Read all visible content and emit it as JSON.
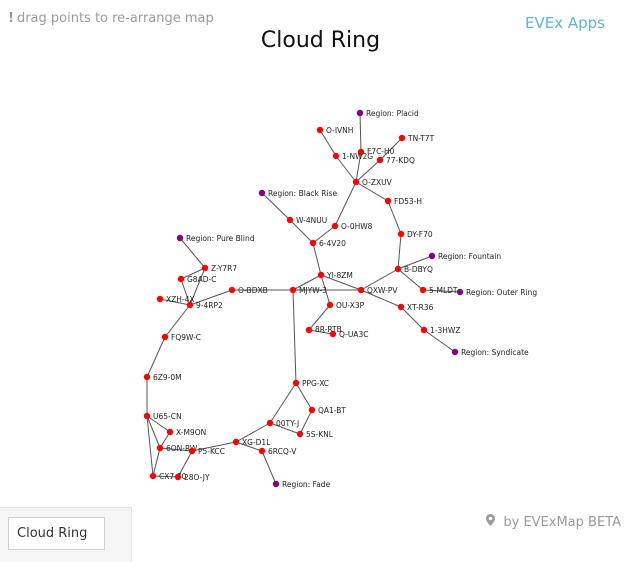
{
  "header": {
    "hint_icon": "!",
    "hint": "drag points to re-arrange map",
    "apps_link": "EVEx Apps"
  },
  "title": "Cloud Ring",
  "colors": {
    "system": "#ff0000",
    "region": "#800080",
    "link": "#5bb7d5"
  },
  "map": {
    "systems": [
      {
        "id": "O-IVNH",
        "label": "O-IVNH"
      },
      {
        "id": "F7C-H0",
        "label": "F7C-H0"
      },
      {
        "id": "TN-T7T",
        "label": "TN-T7T"
      },
      {
        "id": "1-NW2G",
        "label": "1-NW2G"
      },
      {
        "id": "77-KDQ",
        "label": "77-KDQ"
      },
      {
        "id": "O-ZXUV",
        "label": "O-ZXUV"
      },
      {
        "id": "FD53-H",
        "label": "FD53-H"
      },
      {
        "id": "W-4NUU",
        "label": "W-4NUU"
      },
      {
        "id": "O-0HW8",
        "label": "O-0HW8"
      },
      {
        "id": "DY-F70",
        "label": "DY-F70"
      },
      {
        "id": "6-4V20",
        "label": "6-4V20"
      },
      {
        "id": "Z-Y7R7",
        "label": "Z-Y7R7"
      },
      {
        "id": "YI-8ZM",
        "label": "YI-8ZM"
      },
      {
        "id": "B-DBYQ",
        "label": "B-DBYQ"
      },
      {
        "id": "G8AD-C",
        "label": "G8AD-C"
      },
      {
        "id": "O-BDXB",
        "label": "O-BDXB"
      },
      {
        "id": "MJYW-3",
        "label": "MJYW-3"
      },
      {
        "id": "QXW-PV",
        "label": "QXW-PV"
      },
      {
        "id": "5-MLDT",
        "label": "5-MLDT"
      },
      {
        "id": "XZH-4X",
        "label": "XZH-4X"
      },
      {
        "id": "9-4RP2",
        "label": "9-4RP2"
      },
      {
        "id": "OU-X3P",
        "label": "OU-X3P"
      },
      {
        "id": "XT-R36",
        "label": "XT-R36"
      },
      {
        "id": "8R-RTB",
        "label": "8R-RTB"
      },
      {
        "id": "Q-UA3C",
        "label": "Q-UA3C"
      },
      {
        "id": "1-3HWZ",
        "label": "1-3HWZ"
      },
      {
        "id": "FQ9W-C",
        "label": "FQ9W-C"
      },
      {
        "id": "6Z9-0M",
        "label": "6Z9-0M"
      },
      {
        "id": "PPG-XC",
        "label": "PPG-XC"
      },
      {
        "id": "QA1-BT",
        "label": "QA1-BT"
      },
      {
        "id": "U65-CN",
        "label": "U65-CN"
      },
      {
        "id": "00TY-J",
        "label": "00TY-J"
      },
      {
        "id": "X-M9ON",
        "label": "X-M9ON"
      },
      {
        "id": "5S-KNL",
        "label": "5S-KNL"
      },
      {
        "id": "XG-D1L",
        "label": "XG-D1L"
      },
      {
        "id": "6ON-RW",
        "label": "6ON-RW"
      },
      {
        "id": "P5-KCC",
        "label": "P5-KCC"
      },
      {
        "id": "6RCQ-V",
        "label": "6RCQ-V"
      },
      {
        "id": "CX7-70",
        "label": "CX7-70"
      },
      {
        "id": "28O-JY",
        "label": "28O-JY"
      }
    ],
    "regions": [
      {
        "id": "placid",
        "label": "Region: Placid"
      },
      {
        "id": "blackrise",
        "label": "Region: Black Rise"
      },
      {
        "id": "pureblind",
        "label": "Region: Pure Blind"
      },
      {
        "id": "fountain",
        "label": "Region: Fountain"
      },
      {
        "id": "outerring",
        "label": "Region: Outer Ring"
      },
      {
        "id": "syndicate",
        "label": "Region: Syndicate"
      },
      {
        "id": "fade",
        "label": "Region: Fade"
      }
    ],
    "connections": [
      [
        "placid",
        "F7C-H0"
      ],
      [
        "F7C-H0",
        "O-ZXUV"
      ],
      [
        "O-IVNH",
        "1-NW2G"
      ],
      [
        "1-NW2G",
        "O-ZXUV"
      ],
      [
        "TN-T7T",
        "77-KDQ"
      ],
      [
        "77-KDQ",
        "O-ZXUV"
      ],
      [
        "O-ZXUV",
        "FD53-H"
      ],
      [
        "FD53-H",
        "DY-F70"
      ],
      [
        "DY-F70",
        "B-DBYQ"
      ],
      [
        "O-ZXUV",
        "O-0HW8"
      ],
      [
        "O-0HW8",
        "6-4V20"
      ],
      [
        "blackrise",
        "W-4NUU"
      ],
      [
        "W-4NUU",
        "6-4V20"
      ],
      [
        "6-4V20",
        "YI-8ZM"
      ],
      [
        "YI-8ZM",
        "MJYW-3"
      ],
      [
        "YI-8ZM",
        "QXW-PV"
      ],
      [
        "YI-8ZM",
        "OU-X3P"
      ],
      [
        "fountain",
        "B-DBYQ"
      ],
      [
        "B-DBYQ",
        "QXW-PV"
      ],
      [
        "B-DBYQ",
        "5-MLDT"
      ],
      [
        "5-MLDT",
        "outerring"
      ],
      [
        "QXW-PV",
        "XT-R36"
      ],
      [
        "QXW-PV",
        "MJYW-3"
      ],
      [
        "XT-R36",
        "1-3HWZ"
      ],
      [
        "1-3HWZ",
        "syndicate"
      ],
      [
        "OU-X3P",
        "8R-RTB"
      ],
      [
        "8R-RTB",
        "Q-UA3C"
      ],
      [
        "pureblind",
        "Z-Y7R7"
      ],
      [
        "Z-Y7R7",
        "G8AD-C"
      ],
      [
        "Z-Y7R7",
        "9-4RP2"
      ],
      [
        "G8AD-C",
        "9-4RP2"
      ],
      [
        "O-BDXB",
        "MJYW-3"
      ],
      [
        "O-BDXB",
        "9-4RP2"
      ],
      [
        "XZH-4X",
        "9-4RP2"
      ],
      [
        "9-4RP2",
        "FQ9W-C"
      ],
      [
        "FQ9W-C",
        "6Z9-0M"
      ],
      [
        "6Z9-0M",
        "U65-CN"
      ],
      [
        "U65-CN",
        "X-M9ON"
      ],
      [
        "U65-CN",
        "6ON-RW"
      ],
      [
        "U65-CN",
        "CX7-70"
      ],
      [
        "X-M9ON",
        "6ON-RW"
      ],
      [
        "6ON-RW",
        "P5-KCC"
      ],
      [
        "6ON-RW",
        "CX7-70"
      ],
      [
        "CX7-70",
        "28O-JY"
      ],
      [
        "P5-KCC",
        "28O-JY"
      ],
      [
        "P5-KCC",
        "XG-D1L"
      ],
      [
        "XG-D1L",
        "00TY-J"
      ],
      [
        "XG-D1L",
        "6RCQ-V"
      ],
      [
        "6RCQ-V",
        "fade"
      ],
      [
        "00TY-J",
        "PPG-XC"
      ],
      [
        "00TY-J",
        "5S-KNL"
      ],
      [
        "PPG-XC",
        "QA1-BT"
      ],
      [
        "QA1-BT",
        "5S-KNL"
      ],
      [
        "PPG-XC",
        "MJYW-3"
      ]
    ]
  },
  "footer": {
    "region_input_value": "Cloud Ring",
    "credit_icon": "map-pin-icon",
    "credit": "by EVExMap BETA"
  }
}
